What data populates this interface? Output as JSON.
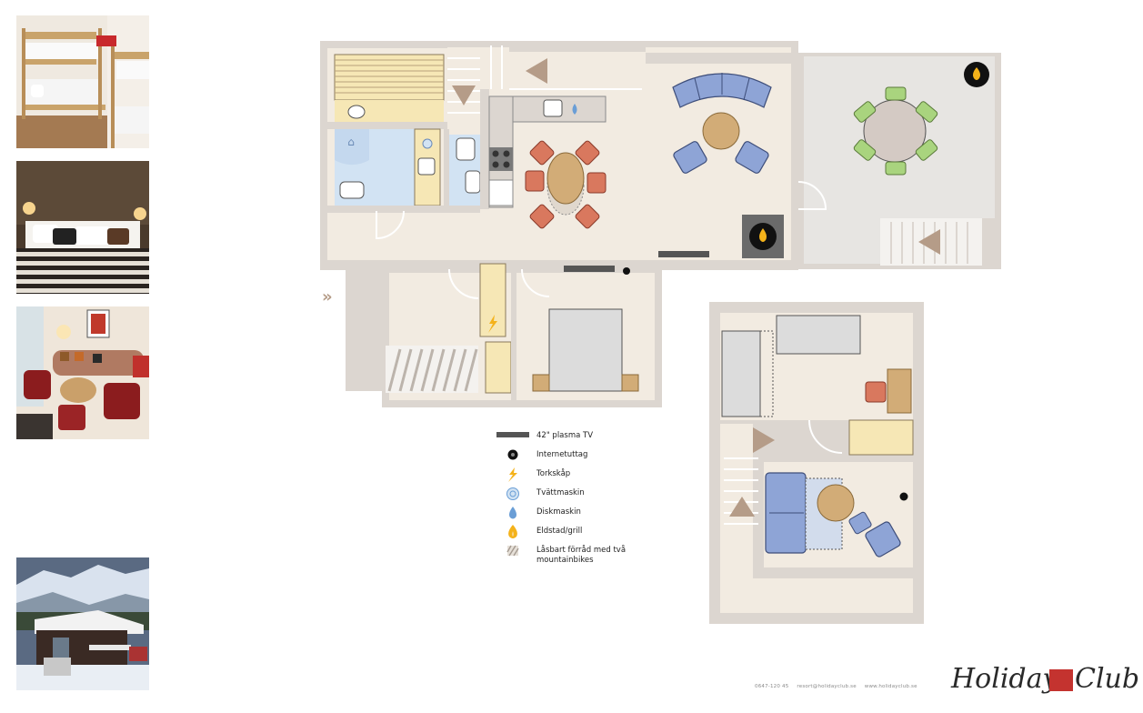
{
  "legend": [
    {
      "symbol": "tv-icon",
      "label": "42\" plasma TV"
    },
    {
      "symbol": "network-socket-icon",
      "label": "Internetuttag"
    },
    {
      "symbol": "drying-cabinet-icon",
      "label": "Torkskåp"
    },
    {
      "symbol": "washing-machine-icon",
      "label": "Tvättmaskin"
    },
    {
      "symbol": "dishwasher-icon",
      "label": "Diskmaskin"
    },
    {
      "symbol": "fireplace-icon",
      "label": "Eldstad/grill"
    },
    {
      "symbol": "storage-hatch-icon",
      "label": "Låsbart förråd med två mountainbikes"
    }
  ],
  "footer": {
    "phone": "0647-120 45",
    "email": "resort@holidayclub.se",
    "web": "www.holidayclub.se"
  },
  "logo": {
    "word1": "Holiday",
    "word2": "Club"
  },
  "colors": {
    "wall": "#dcd6d0",
    "floor": "#f2ebe1",
    "bath": "#d2e3f3",
    "wood": "#f6e7b5",
    "chair_red": "#d9785e",
    "sofa_blue": "#8ea4d6",
    "table_tan": "#d2ac77",
    "green": "#a9d47e",
    "brand_red": "#c4332f"
  }
}
